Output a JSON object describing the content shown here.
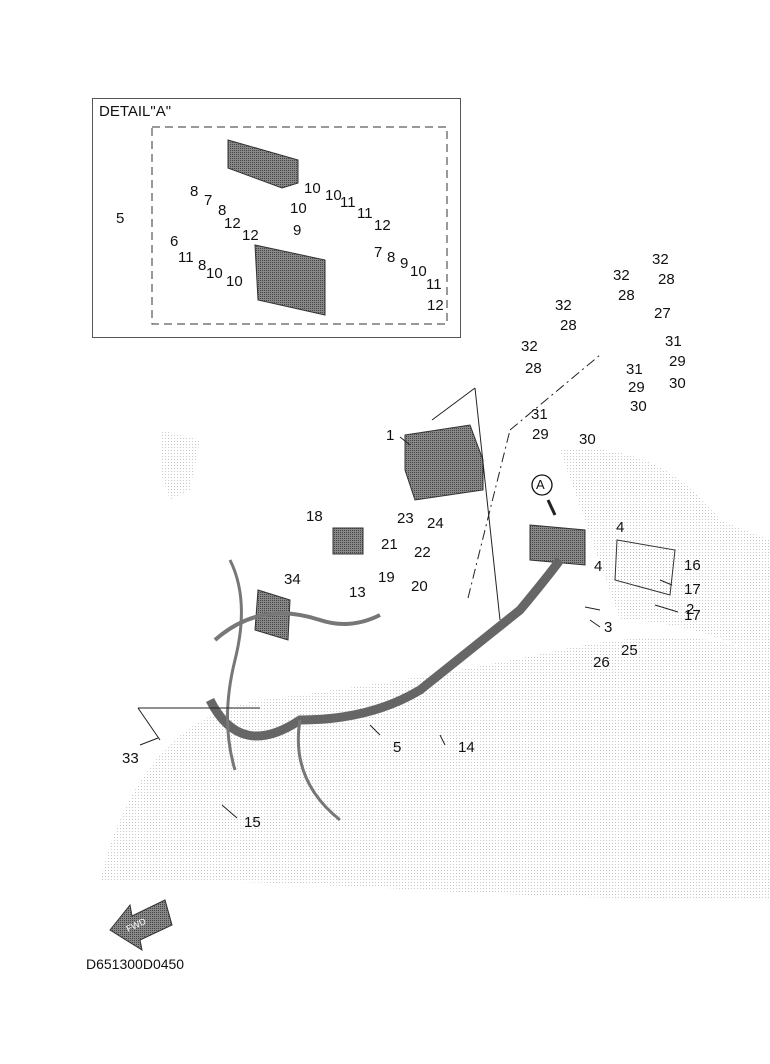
{
  "detail": {
    "title": "DETAIL\"A\"",
    "labels": [
      {
        "id": "d5",
        "text": "5"
      },
      {
        "id": "d6",
        "text": "6"
      },
      {
        "id": "d8a",
        "text": "8"
      },
      {
        "id": "d7a",
        "text": "7"
      },
      {
        "id": "d11a",
        "text": "11"
      },
      {
        "id": "d8b",
        "text": "8"
      },
      {
        "id": "d10a",
        "text": "10"
      },
      {
        "id": "d10b",
        "text": "10"
      },
      {
        "id": "d8c",
        "text": "8"
      },
      {
        "id": "d12a",
        "text": "12"
      },
      {
        "id": "d12b",
        "text": "12"
      },
      {
        "id": "d10c",
        "text": "10"
      },
      {
        "id": "d10d",
        "text": "10"
      },
      {
        "id": "d10e",
        "text": "10"
      },
      {
        "id": "d11b",
        "text": "11"
      },
      {
        "id": "d11c",
        "text": "11"
      },
      {
        "id": "d9a",
        "text": "9"
      },
      {
        "id": "d12c",
        "text": "12"
      },
      {
        "id": "d7b",
        "text": "7"
      },
      {
        "id": "d8d",
        "text": "8"
      },
      {
        "id": "d9b",
        "text": "9"
      },
      {
        "id": "d10f",
        "text": "10"
      },
      {
        "id": "d11d",
        "text": "11"
      },
      {
        "id": "d12d",
        "text": "12"
      }
    ]
  },
  "callouts": [
    {
      "id": "c1",
      "text": "1"
    },
    {
      "id": "c2",
      "text": "2"
    },
    {
      "id": "c3",
      "text": "3"
    },
    {
      "id": "c4a",
      "text": "4"
    },
    {
      "id": "c4b",
      "text": "4"
    },
    {
      "id": "c5",
      "text": "5"
    },
    {
      "id": "c13",
      "text": "13"
    },
    {
      "id": "c14",
      "text": "14"
    },
    {
      "id": "c15",
      "text": "15"
    },
    {
      "id": "c16",
      "text": "16"
    },
    {
      "id": "c17a",
      "text": "17"
    },
    {
      "id": "c17b",
      "text": "17"
    },
    {
      "id": "c18",
      "text": "18"
    },
    {
      "id": "c19",
      "text": "19"
    },
    {
      "id": "c20",
      "text": "20"
    },
    {
      "id": "c21",
      "text": "21"
    },
    {
      "id": "c22",
      "text": "22"
    },
    {
      "id": "c23",
      "text": "23"
    },
    {
      "id": "c24",
      "text": "24"
    },
    {
      "id": "c25",
      "text": "25"
    },
    {
      "id": "c26",
      "text": "26"
    },
    {
      "id": "c27",
      "text": "27"
    },
    {
      "id": "c28a",
      "text": "28"
    },
    {
      "id": "c28b",
      "text": "28"
    },
    {
      "id": "c28c",
      "text": "28"
    },
    {
      "id": "c28d",
      "text": "28"
    },
    {
      "id": "c29a",
      "text": "29"
    },
    {
      "id": "c29b",
      "text": "29"
    },
    {
      "id": "c29c",
      "text": "29"
    },
    {
      "id": "c30a",
      "text": "30"
    },
    {
      "id": "c30b",
      "text": "30"
    },
    {
      "id": "c30c",
      "text": "30"
    },
    {
      "id": "c31a",
      "text": "31"
    },
    {
      "id": "c31b",
      "text": "31"
    },
    {
      "id": "c31c",
      "text": "31"
    },
    {
      "id": "c32a",
      "text": "32"
    },
    {
      "id": "c32b",
      "text": "32"
    },
    {
      "id": "c32c",
      "text": "32"
    },
    {
      "id": "c32d",
      "text": "32"
    },
    {
      "id": "c33",
      "text": "33"
    },
    {
      "id": "c34",
      "text": "34"
    }
  ],
  "detail_marker": "A",
  "fwd_label": "FWD",
  "document_code": "D651300D0450"
}
